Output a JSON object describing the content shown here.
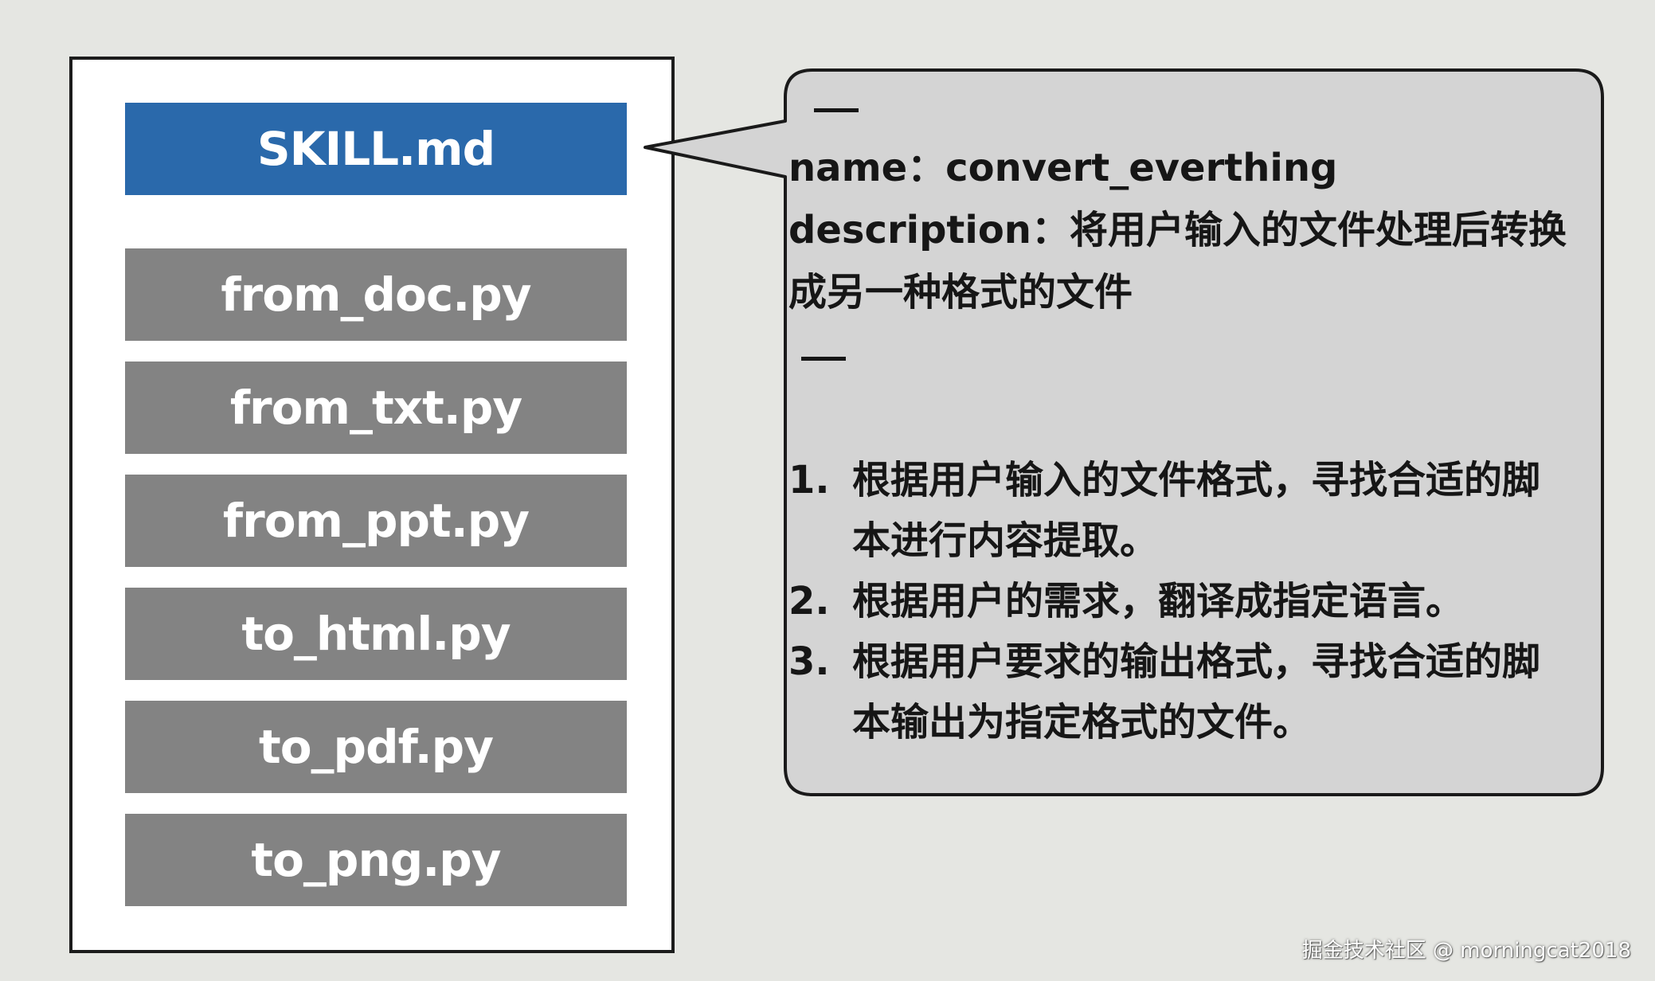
{
  "files": {
    "primary": "SKILL.md",
    "scripts": [
      "from_doc.py",
      "from_txt.py",
      "from_ppt.py",
      "to_html.py",
      "to_pdf.py",
      "to_png.py"
    ]
  },
  "callout": {
    "name_label": "name：",
    "name_value": "convert_everthing",
    "description_label": "description：",
    "description_value": "将用户输入的文件处理后转换成另一种格式的文件",
    "steps": [
      {
        "num": "1.",
        "text": "根据用户输入的文件格式，寻找合适的脚本进行内容提取。"
      },
      {
        "num": "2.",
        "text": "根据用户的需求，翻译成指定语言。"
      },
      {
        "num": "3.",
        "text": "根据用户要求的输出格式，寻找合适的脚本输出为指定格式的文件。"
      }
    ]
  },
  "watermark": "掘金技术社区 @ morningcat2018",
  "colors": {
    "primary_file": "#2a69ab",
    "script_file": "#838383",
    "callout_bg": "#d4d4d4",
    "page_bg": "#e5e6e2"
  }
}
